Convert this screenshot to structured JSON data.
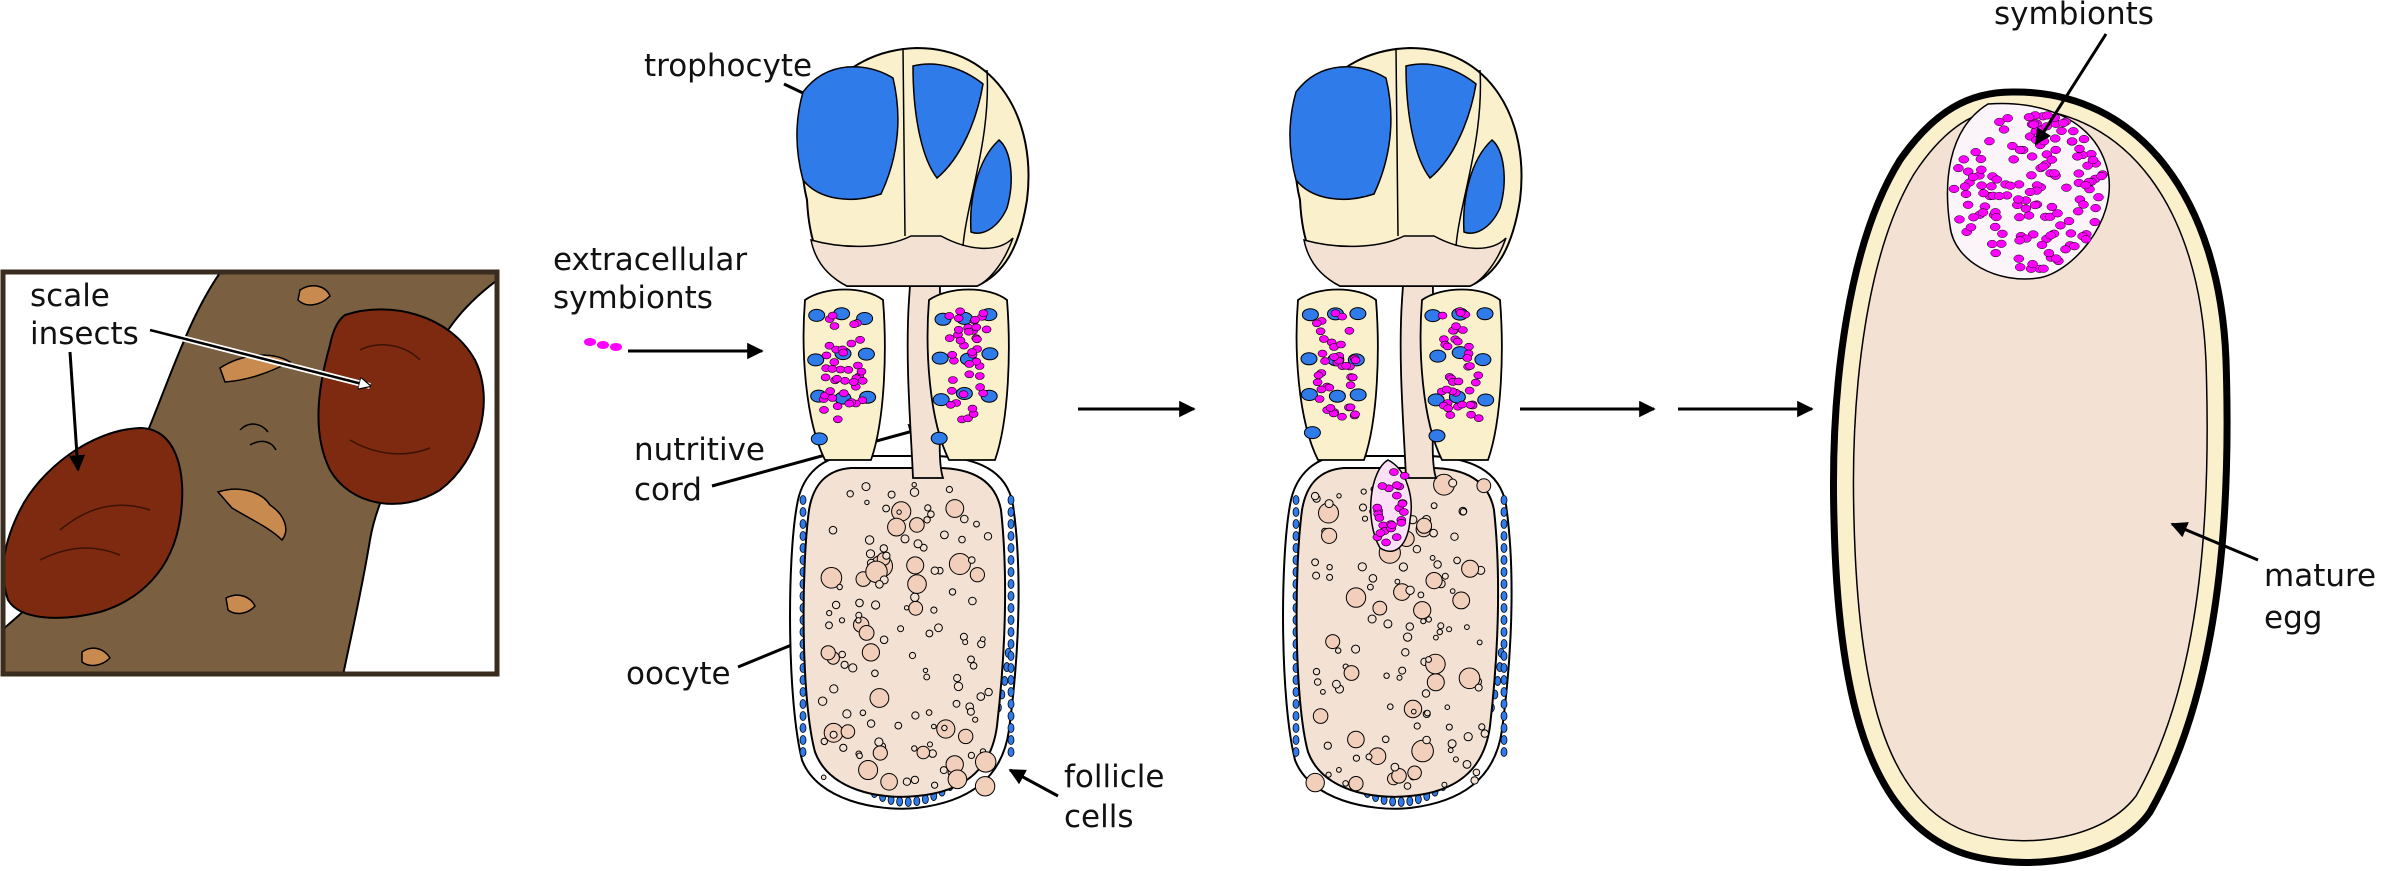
{
  "labels": {
    "scale_line1": "scale",
    "scale_line2": "insects",
    "trophocyte": "trophocyte",
    "extra_line1": "extracellular",
    "extra_line2": "symbionts",
    "nutritive_line1": "nutritive",
    "nutritive_line2": "cord",
    "oocyte": "oocyte",
    "follicle_line1": "follicle",
    "follicle_line2": "cells",
    "symbionts": "symbionts",
    "mature_line1": "mature",
    "mature_line2": "egg"
  },
  "colors": {
    "bark": "#7a6040",
    "insect": "#7e2a10",
    "bark_spot": "#c98a50",
    "nurse_cell": "#fbf0cc",
    "nucleus": "#2f7bea",
    "cytoplasm": "#f3e1d3",
    "yolk": "#f1cfbb",
    "symbiont": "#ff00ff",
    "egg_fill": "#f3e1d3",
    "egg_rim": "#fbf0cc"
  }
}
